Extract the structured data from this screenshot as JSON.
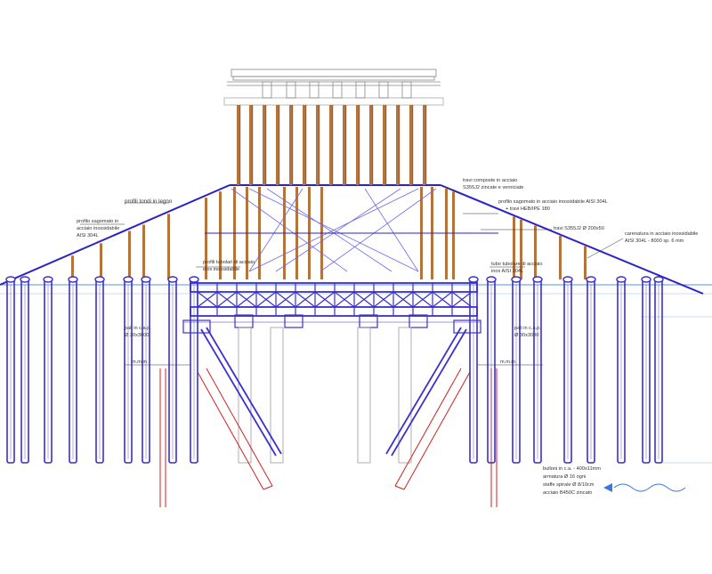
{
  "labels": {
    "left_timber_profile": "profili tondi in legno",
    "left_steel_profile_1": "profilo sagomato in",
    "left_steel_profile_2": "acciaio inossidabile",
    "left_steel_profile_3": "AISI 304L",
    "left_pile_1": "pali in c.a.p.",
    "left_pile_2": "Ø 30x3000",
    "left_level": "m.m.m.",
    "right_level": "m.m.m.",
    "right_pile_1": "pali in c.a.p.",
    "right_pile_2": "Ø 30x3000",
    "center_profile_1": "profili tubolari di acciaio",
    "center_profile_2": "inox inossidabile",
    "top_beam_1": "travi composte in acciaio",
    "top_beam_2": "S355J2 zincate e verniciate",
    "steel_profile_1": "profilo sagomato in acciaio inossidabile AISI 304L",
    "steel_profile_2": "+ travi HEB/IPE 180",
    "beam_label": "travi S355J2 Ø 200x50",
    "cover_1": "carenatura in acciaio inossidabile",
    "cover_2": "AISI 304L - 8000 sp. 6 mm",
    "right_tube_1": "tubo tubolare di acciaio",
    "right_tube_2": "inox AISI 304L",
    "foot_1": "bulloni in c.a. - 400x11mm",
    "foot_2": "armatura Ø 16 ogni",
    "foot_3": "staffe spirale Ø 8/10cm",
    "foot_4": "acciaio B450C zincato"
  },
  "colors": {
    "pile": "#3a2fd0",
    "pile_light": "#5a52e0",
    "timber": "#b5743a",
    "roof_line": "#2a22c8",
    "brace": "#6a6ae8",
    "red": "#d22020",
    "grey": "#9a9a9a",
    "water": "#3a78e0",
    "text": "#333333"
  }
}
